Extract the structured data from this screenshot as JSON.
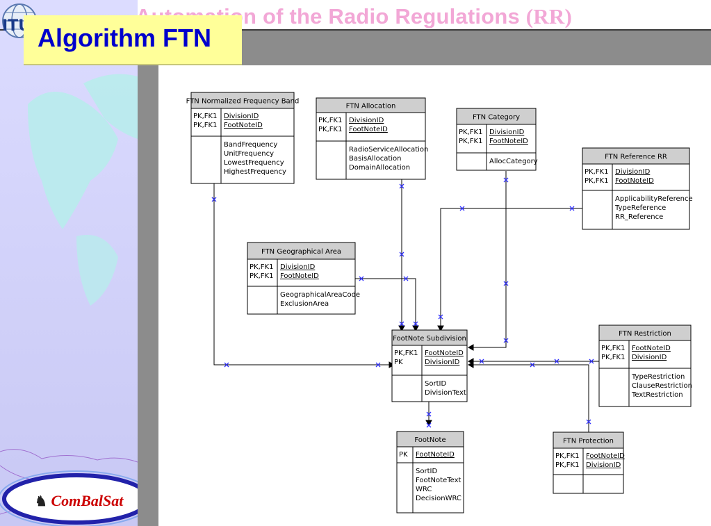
{
  "slide": {
    "header_title_main": "Automation of the Radio Regulations",
    "header_title_suffix": "(RR)",
    "title": "Algorithm FTN",
    "logo_left_text": "ComBalSat",
    "itu_text": "ITU"
  },
  "colors": {
    "title_text": "#0000cc",
    "title_box": "#ffff99",
    "header_text": "#f2a7d6",
    "logo_text": "#cc0000",
    "band": "#8c8c8c",
    "left_panel": "#d8d8fc",
    "entity_header": "#cfcfcf",
    "relationship_marker": "#3333ff"
  },
  "diagram": {
    "entities": {
      "normalized": {
        "name": "FTN Normalized Frequency Band",
        "keys": [
          {
            "tag": "PK,FK1",
            "field": "DivisionID"
          },
          {
            "tag": "PK,FK1",
            "field": "FootNoteID"
          }
        ],
        "attributes": [
          "BandFrequency",
          "UnitFrequency",
          "LowestFrequency",
          "HighestFrequency"
        ]
      },
      "allocation": {
        "name": "FTN Allocation",
        "keys": [
          {
            "tag": "PK,FK1",
            "field": "DivisionID"
          },
          {
            "tag": "PK,FK1",
            "field": "FootNoteID"
          }
        ],
        "attributes": [
          "RadioServiceAllocation",
          "BasisAllocation",
          "DomainAllocation"
        ]
      },
      "category": {
        "name": "FTN Category",
        "keys": [
          {
            "tag": "PK,FK1",
            "field": "DivisionID"
          },
          {
            "tag": "PK,FK1",
            "field": "FootNoteID"
          }
        ],
        "attributes": [
          "AllocCategory"
        ]
      },
      "reference": {
        "name": "FTN Reference RR",
        "keys": [
          {
            "tag": "PK,FK1",
            "field": "DivisionID"
          },
          {
            "tag": "PK,FK1",
            "field": "FootNoteID"
          }
        ],
        "attributes": [
          "ApplicabilityReference",
          "TypeReference",
          "RR_Reference"
        ]
      },
      "geo": {
        "name": "FTN Geographical Area",
        "keys": [
          {
            "tag": "PK,FK1",
            "field": "DivisionID"
          },
          {
            "tag": "PK,FK1",
            "field": "FootNoteID"
          }
        ],
        "attributes": [
          "GeographicalAreaCode",
          "ExclusionArea"
        ]
      },
      "subdivision": {
        "name": "FootNote Subdivision",
        "keys": [
          {
            "tag": "PK,FK1",
            "field": "FootNoteID"
          },
          {
            "tag": "PK",
            "field": "DivisionID"
          }
        ],
        "attributes": [
          "SortID",
          "DivisionText"
        ]
      },
      "restriction": {
        "name": "FTN Restriction",
        "keys": [
          {
            "tag": "PK,FK1",
            "field": "FootNoteID"
          },
          {
            "tag": "PK,FK1",
            "field": "DivisionID"
          }
        ],
        "attributes": [
          "TypeRestriction",
          "ClauseRestriction",
          "TextRestriction"
        ]
      },
      "footnote": {
        "name": "FootNote",
        "keys": [
          {
            "tag": "PK",
            "field": "FootNoteID"
          }
        ],
        "attributes": [
          "SortID",
          "FootNoteText",
          "WRC",
          "DecisionWRC"
        ]
      },
      "protection": {
        "name": "FTN Protection",
        "keys": [
          {
            "tag": "PK,FK1",
            "field": "FootNoteID"
          },
          {
            "tag": "PK,FK1",
            "field": "DivisionID"
          }
        ],
        "attributes": []
      }
    }
  }
}
